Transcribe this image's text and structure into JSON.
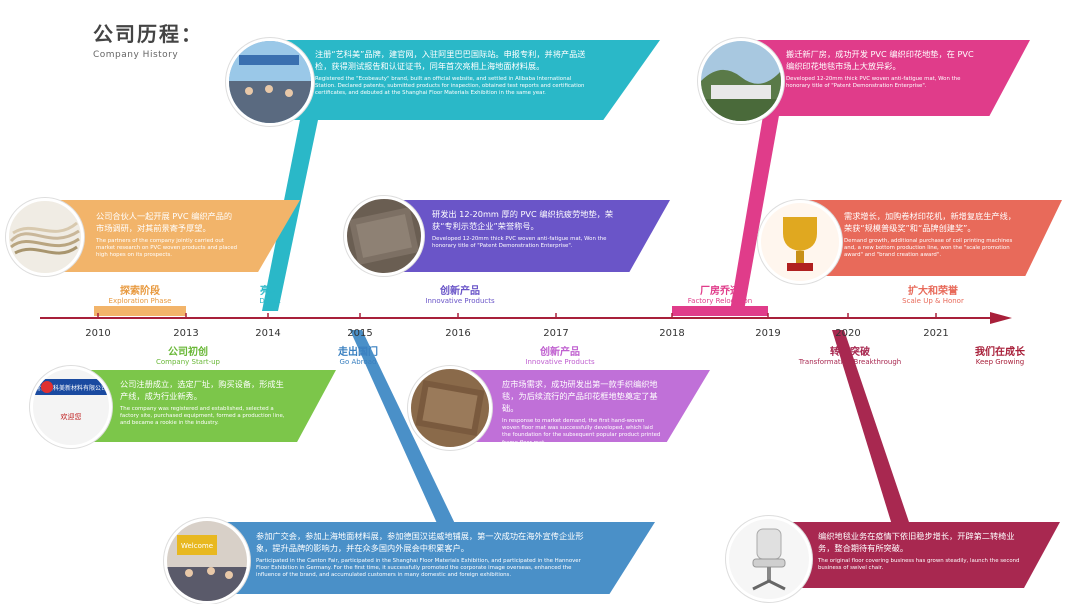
{
  "header": {
    "title_cn": "公司历程：",
    "title_en": "Company History"
  },
  "years": [
    "2010",
    "2013",
    "2014",
    "2015",
    "2016",
    "2017",
    "2018",
    "2019",
    "2020",
    "2021"
  ],
  "stages": {
    "exploration": {
      "cn": "探索阶段",
      "en": "Exploration Phase"
    },
    "debut": {
      "cn": "亮相",
      "en": "Debut"
    },
    "innovative_top": {
      "cn": "创新产品",
      "en": "Innovative Products"
    },
    "factory": {
      "cn": "厂房乔迁",
      "en": "Factory Relocation"
    },
    "scale": {
      "cn": "扩大和荣誉",
      "en": "Scale Up & Honor"
    },
    "startup": {
      "cn": "公司初创",
      "en": "Company Start-up"
    },
    "abroad": {
      "cn": "走出国门",
      "en": "Go Abroad"
    },
    "innovative_bottom": {
      "cn": "创新产品",
      "en": "Innovative Products"
    },
    "transformation": {
      "cn": "转型突破",
      "en": "Transformation Breakthrough"
    },
    "growing": {
      "cn": "我们在成长",
      "en": "Keep Growing"
    }
  },
  "cards": {
    "exploration": {
      "cn": "公司合伙人一起开展 PVC 编织产品的市场调研，对其前景寄予厚望。",
      "en": "The partners of the company jointly carried out market research on PVC woven products and placed high hopes on its prospects."
    },
    "debut": {
      "cn": "注册“艺科美”品牌，建官网，入驻阿里巴巴国际站。申报专利，并将产品送检，获得测试报告和认证证书，同年首次亮相上海地面材料展。",
      "en": "Registered the \"Ecobeauty\" brand, built an official website, and settled in Alibaba International Station. Declared patents, submitted products for inspection, obtained test reports and certification certificates, and debuted at the Shanghai Floor Materials Exhibition in the same year."
    },
    "innovative_top": {
      "cn": "研发出 12-20mm 厚的 PVC 编织抗疲劳地垫，荣获“专利示范企业”荣誉称号。",
      "en": "Developed 12-20mm thick PVC woven anti-fatigue mat, Won the honorary title of \"Patent Demonstration Enterprise\"."
    },
    "factory": {
      "cn": "搬迁新厂房，成功开发 PVC 编织印花地垫，在 PVC 编织印花地毯市场上大放异彩。",
      "en": "Developed 12-20mm thick PVC woven anti-fatigue mat, Won the honorary title of \"Patent Demonstration Enterprise\"."
    },
    "scale": {
      "cn": "需求增长，加购卷材印花机，新增复底生产线，荣获“规模普级奖”和“品牌创建奖”。",
      "en": "Demand growth, additional purchase of coil printing machines and, a new bottom production line, won the \"scale promotion award\" and \"brand creation award\"."
    },
    "startup": {
      "cn": "公司注册成立，选定厂址，购买设备，形成生产线，成为行业新秀。",
      "en": "The company was registered and established, selected a factory site, purchased equipment, formed a production line, and became a rookie in the industry."
    },
    "abroad": {
      "cn": "参加广交会，参加上海地面材料展，参加德国汉诺威地铺展，第一次成功在海外宣传企业形象，提升品牌的影响力，并在众多国内外展会中积累客户。",
      "en": "Participated in the Canton Fair, participated in the Shanghai Floor Materials Exhibition, and participated in the Hannover Floor Exhibition in Germany. For the first time, it successfully promoted the corporate image overseas, enhanced the influence of the brand, and accumulated customers in many domestic and foreign exhibitions."
    },
    "innovative_bottom": {
      "cn": "应市场需求，成功研发出第一款手织编织地毯，为后续流行的产品印花框地垫奠定了基础。",
      "en": "In response to market demand, the first hand-woven woven floor mat was successfully developed, which laid the foundation for the subsequent popular product printed frame floor mat."
    },
    "transformation": {
      "cn": "编织地毯业务在疫情下依旧稳步增长，开辟第二转椅业务，整合期待有所突破。",
      "en": "The original floor covering business has grown steadily, launch the second business of swivel chair."
    }
  },
  "photo_text": {
    "sign": "常州艺科美新材料有限公司",
    "welcome": "欢迎您",
    "expo_welcome": "Welcome"
  },
  "colors": {
    "timeline": "#a8203a",
    "orange": "#f2b46a",
    "teal": "#2ab8c8",
    "purple": "#6a55c8",
    "pink": "#e03c8a",
    "coral": "#e86a5a",
    "green": "#7cc64a",
    "blue": "#4a90c8",
    "violet": "#c070d8",
    "crimson": "#a82850"
  }
}
